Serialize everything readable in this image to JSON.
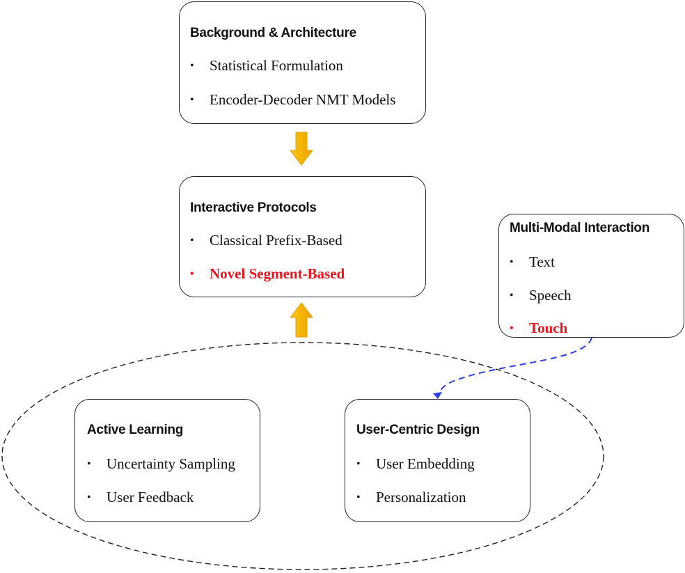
{
  "colors": {
    "arrow_fill": "#f5b400",
    "arrow_stroke": "#e2a100",
    "highlight": "#e8141c",
    "dashed_connector": "#2b3fe0",
    "border": "#222222"
  },
  "boxes": {
    "background": {
      "title": "Background & Architecture",
      "items": [
        {
          "text": "Statistical Formulation",
          "highlight": false
        },
        {
          "text": "Encoder-Decoder NMT Models",
          "highlight": false
        }
      ]
    },
    "protocols": {
      "title": "Interactive Protocols",
      "items": [
        {
          "text": "Classical Prefix-Based",
          "highlight": false
        },
        {
          "text": "Novel Segment-Based",
          "highlight": true
        }
      ]
    },
    "multimodal": {
      "title": "Multi-Modal Interaction",
      "items": [
        {
          "text": "Text",
          "highlight": false
        },
        {
          "text": "Speech",
          "highlight": false
        },
        {
          "text": "Touch",
          "highlight": true
        }
      ]
    },
    "active": {
      "title": "Active Learning",
      "items": [
        {
          "text": "Uncertainty Sampling",
          "highlight": false
        },
        {
          "text": "User Feedback",
          "highlight": false
        }
      ]
    },
    "usercentric": {
      "title": "User-Centric Design",
      "items": [
        {
          "text": "User Embedding",
          "highlight": false
        },
        {
          "text": "Personalization",
          "highlight": false
        }
      ]
    }
  }
}
